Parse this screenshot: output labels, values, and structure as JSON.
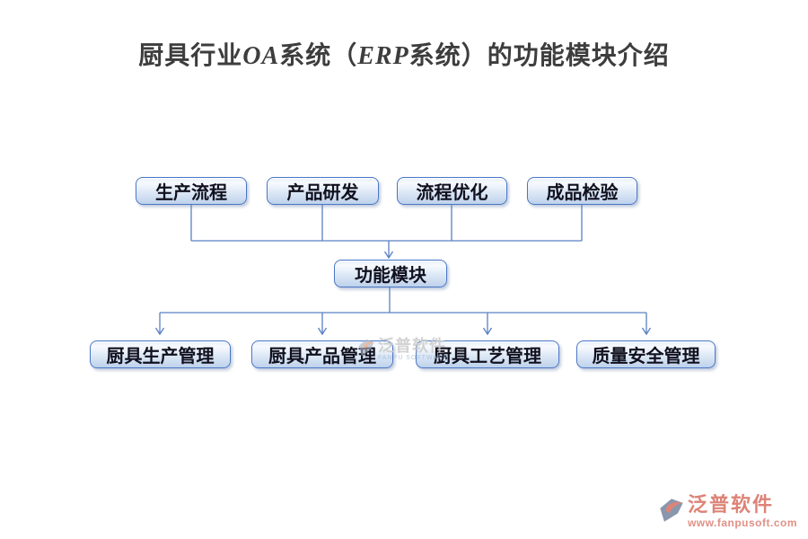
{
  "title": {
    "part1": "厨具行业",
    "part2": "OA",
    "part3": "系统（",
    "part4": "ERP",
    "part5": "系统）的功能模块介绍"
  },
  "diagram": {
    "top_row": [
      {
        "label": "生产流程"
      },
      {
        "label": "产品研发"
      },
      {
        "label": "流程优化"
      },
      {
        "label": "成品检验"
      }
    ],
    "center": {
      "label": "功能模块"
    },
    "bottom_row": [
      {
        "label": "厨具生产管理"
      },
      {
        "label": "厨具产品管理"
      },
      {
        "label": "厨具工艺管理"
      },
      {
        "label": "质量安全管理"
      }
    ]
  },
  "watermark": {
    "brand": "泛普软件",
    "subtitle": "FANPU SOFTWARE"
  },
  "footer_logo": {
    "brand": "泛普软件",
    "website": "www.fanpusoft.com"
  },
  "colors": {
    "connector": "#5a80c4",
    "box_border": "#4a76c4",
    "title_text": "#3d3d3d",
    "logo_accent": "#dd8377",
    "watermark_text": "#cbcbcb"
  }
}
